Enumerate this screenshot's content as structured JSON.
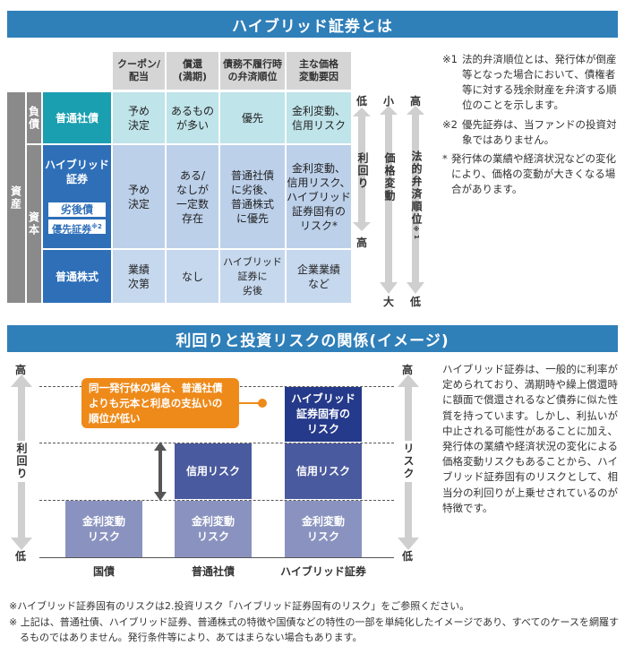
{
  "section1": {
    "title": "ハイブリッド証券とは",
    "headers": [
      "クーポン/\n配当",
      "償還\n(満期)",
      "債務不履行時\nの弁済順位",
      "主な価格\n変動要因"
    ],
    "side": {
      "asset": "資産",
      "debt": "負債",
      "capital": "資本"
    },
    "rows": [
      {
        "name": "普通社債",
        "cells": [
          "予め\n決定",
          "あるもの\nが多い",
          "優先",
          "金利変動、\n信用リスク"
        ]
      },
      {
        "name": "ハイブリッド\n証券",
        "sub1": "劣後債",
        "sub2": "優先証券",
        "sub2_mark": "※2",
        "cells": [
          "予め\n決定",
          "ある/\nなしが\n一定数\n存在",
          "普通社債\nに劣後、\n普通株式\nに優先",
          "金利変動、\n信用リスク、\nハイブリッド\n証券固有の\nリスク*"
        ]
      },
      {
        "name": "普通株式",
        "cells": [
          "業績\n次第",
          "なし",
          "ハイブリッド\n証券に\n劣後",
          "企業業績\nなど"
        ]
      }
    ],
    "arrows": [
      {
        "top": "低",
        "label": "利回り",
        "bottom": "高"
      },
      {
        "top": "小",
        "label": "価格変動",
        "bottom": "大"
      },
      {
        "top": "高",
        "label": "法的弁済順位",
        "mark": "※1",
        "bottom": "低"
      }
    ],
    "notes": [
      {
        "mark": "※1",
        "text": "法的弁済順位とは、発行体が倒産等となった場合において、債権者等に対する残余財産を弁済する順位のことを示します。"
      },
      {
        "mark": "※2",
        "text": "優先証券は、当ファンドの投資対象ではありません。"
      },
      {
        "mark": "*",
        "text": "発行体の業績や経済状況などの変化により、価格の変動が大きくなる場合があります。"
      }
    ]
  },
  "section2": {
    "title": "利回りと投資リスクの関係(イメージ)",
    "left_axis": {
      "top": "高",
      "label": "利回り",
      "bottom": "低"
    },
    "right_axis": {
      "top": "高",
      "label": "リスク",
      "bottom": "低"
    },
    "callout": "同一発行体の場合、普通社債\nよりも元本と利息の支払いの\n順位が低い",
    "columns": [
      "国債",
      "普通社債",
      "ハイブリッド証券"
    ],
    "blocks": {
      "rate": "金利変動\nリスク",
      "credit": "信用リスク",
      "hybrid": "ハイブリッド\n証券固有の\nリスク"
    },
    "description": "ハイブリッド証券は、一般的に利率が定められており、満期時や繰上償還時に額面で償還されるなど債券に似た性質を持っています。しかし、利払いが中止される可能性があることに加え、発行体の業績や経済状況の変化による価格変動リスクもあることから、ハイブリッド証券固有のリスクとして、相当分の利回りが上乗せされているのが特徴です。",
    "colors": {
      "rate": "#8a93bf",
      "credit": "#4a5a9e",
      "hybrid": "#253a8a",
      "callout": "#ee8a1a"
    }
  },
  "footnotes": [
    "※ハイブリッド証券固有のリスクは2.投資リスク「ハイブリッド証券固有のリスク」をご参照ください。",
    "※ 上記は、普通社債、ハイブリッド証券、普通株式の特徴や国債などの特性の一部を単純化したイメージであり、すべてのケースを網羅するものではありません。発行条件等により、あてはまらない場合もあります。"
  ]
}
